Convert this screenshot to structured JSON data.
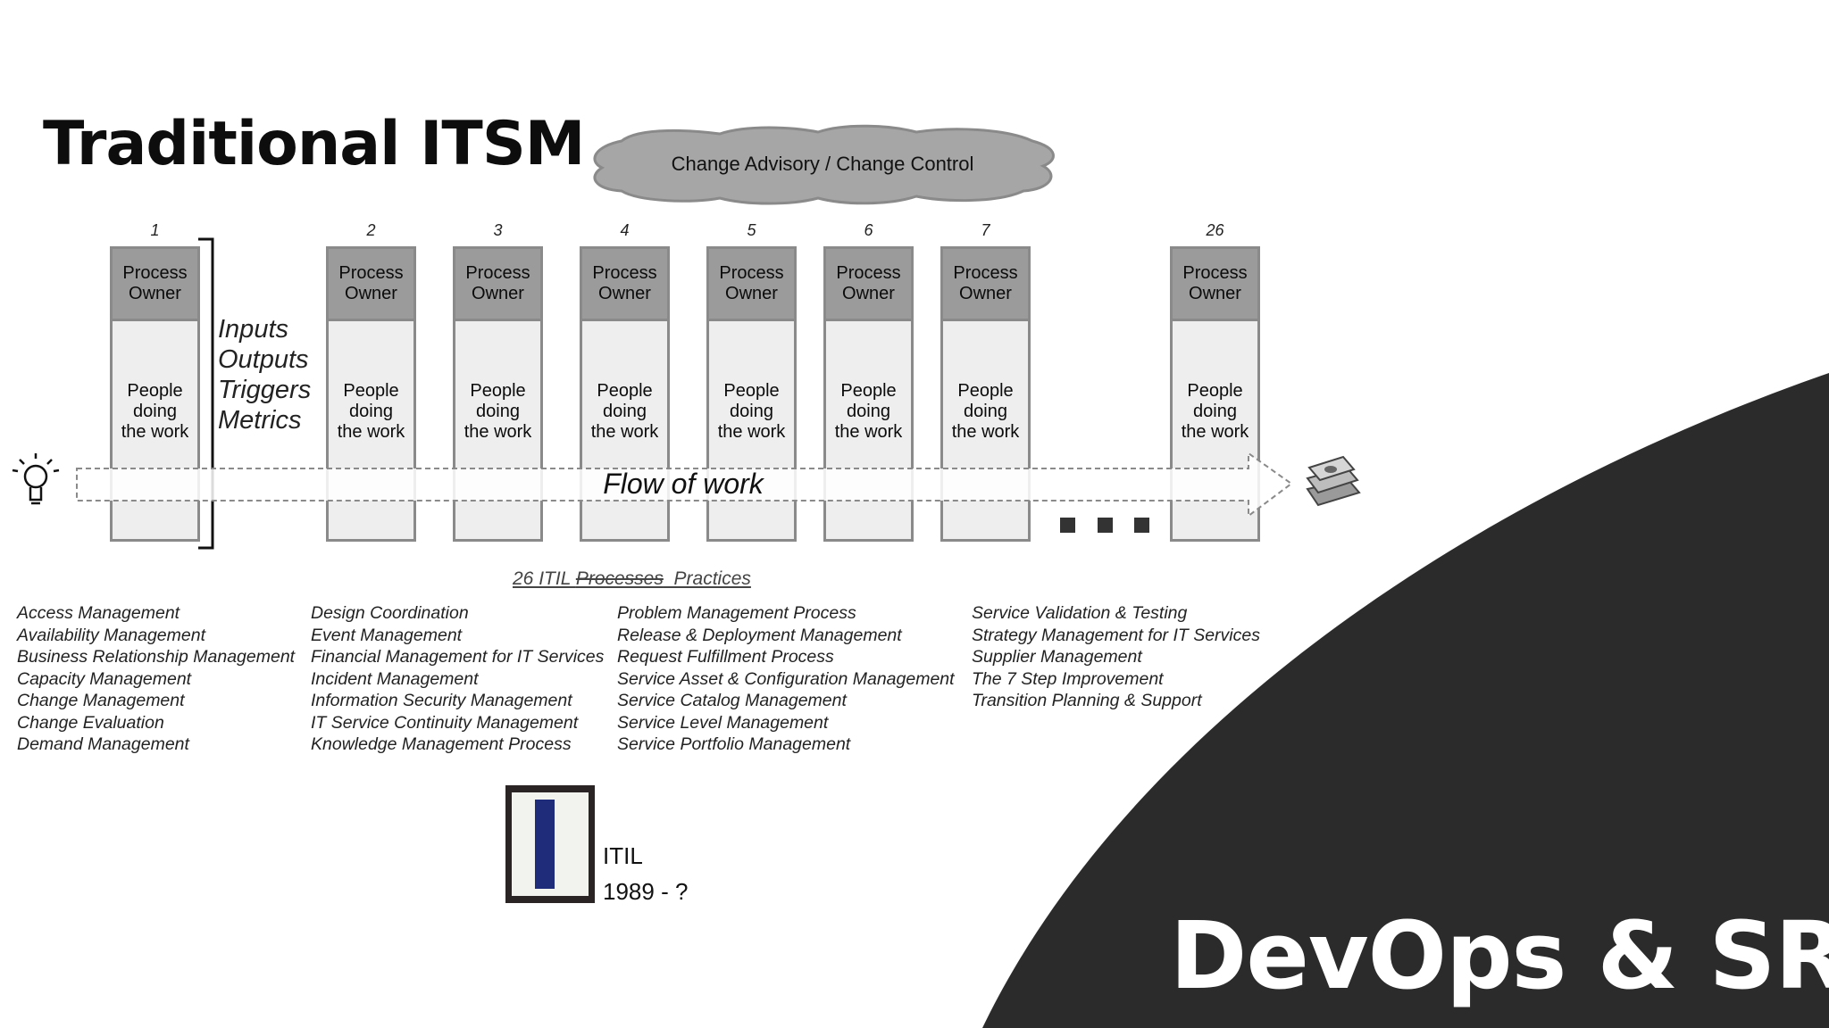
{
  "slide": {
    "title": "Traditional ITSM",
    "brand": "DevOps & SRE",
    "colors": {
      "background": "#ffffff",
      "dark_arc": "#2b2b2b",
      "owner_fill": "#9b9b9b",
      "box_fill": "#eeeeee",
      "cloud_fill": "#a6a6a6"
    }
  },
  "cloud": {
    "label": "Change Advisory / Change Control"
  },
  "columns": [
    {
      "number": "1",
      "owner": "Process\nOwner",
      "people": "People\ndoing\nthe work"
    },
    {
      "number": "2",
      "owner": "Process\nOwner",
      "people": "People\ndoing\nthe work"
    },
    {
      "number": "3",
      "owner": "Process\nOwner",
      "people": "People\ndoing\nthe work"
    },
    {
      "number": "4",
      "owner": "Process\nOwner",
      "people": "People\ndoing\nthe work"
    },
    {
      "number": "5",
      "owner": "Process\nOwner",
      "people": "People\ndoing\nthe work"
    },
    {
      "number": "6",
      "owner": "Process\nOwner",
      "people": "People\ndoing\nthe work"
    },
    {
      "number": "7",
      "owner": "Process\nOwner",
      "people": "People\ndoing\nthe work"
    },
    {
      "number": "26",
      "owner": "Process\nOwner",
      "people": "People\ndoing\nthe work"
    }
  ],
  "bracket_labels": [
    "Inputs",
    "Outputs",
    "Triggers",
    "Metrics"
  ],
  "flow": {
    "label": "Flow of work",
    "start_icon": "lightbulb-icon",
    "end_icon": "money-stack-icon"
  },
  "practices": {
    "heading_prefix": "26 ITIL ",
    "heading_struck": "Processes",
    "heading_suffix": "  Practices",
    "lists": [
      [
        "Access Management",
        "Availability Management",
        "Business Relationship Management",
        "Capacity Management",
        "Change Management",
        "Change Evaluation",
        "Demand Management"
      ],
      [
        "Design Coordination",
        "Event Management",
        "Financial Management for IT Services",
        "Incident Management",
        "Information Security Management",
        "IT Service Continuity Management",
        "Knowledge Management Process"
      ],
      [
        "Problem Management Process",
        "Release & Deployment Management",
        "Request Fulfillment Process",
        "Service Asset & Configuration Management",
        "Service Catalog Management",
        "Service Level Management",
        "Service Portfolio Management"
      ],
      [
        "Service Validation & Testing",
        "Strategy Management for IT Services",
        "Supplier Management",
        "The 7 Step Improvement",
        "Transition Planning & Support"
      ]
    ]
  },
  "itil": {
    "label": "ITIL",
    "years": "1989 - ?"
  }
}
